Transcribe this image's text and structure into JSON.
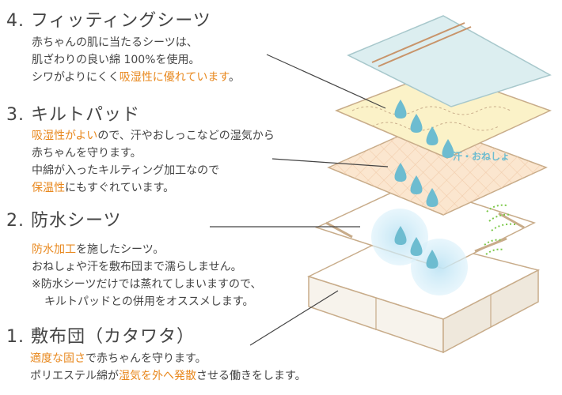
{
  "sections": [
    {
      "title": "4. フィッティングシーツ",
      "lines": [
        [
          {
            "t": "赤ちゃんの肌に当たるシーツは、"
          }
        ],
        [
          {
            "t": "肌ざわりの良い綿 100%を使用。"
          }
        ],
        [
          {
            "t": "シワがよりにくく"
          },
          {
            "t": "吸湿性に優れています",
            "hl": true
          },
          {
            "t": "。"
          }
        ]
      ]
    },
    {
      "title": "3. キルトパッド",
      "lines": [
        [
          {
            "t": "吸湿性がよい",
            "hl": true
          },
          {
            "t": "ので、汗やおしっこなどの湿気から"
          }
        ],
        [
          {
            "t": "赤ちゃんを守ります。"
          }
        ],
        [
          {
            "t": "中綿が入ったキルティング加工なので"
          }
        ],
        [
          {
            "t": "保温性",
            "hl": true
          },
          {
            "t": "にもすぐれています。"
          }
        ]
      ]
    },
    {
      "title": "2. 防水シーツ",
      "lines": [
        [
          {
            "t": "防水加工",
            "hl": true
          },
          {
            "t": "を施したシーツ。"
          }
        ],
        [
          {
            "t": "おねしょや汗を敷布団まで濡らしません。"
          }
        ],
        [
          {
            "t": "※防水シーツだけでは蒸れてしまいますので、"
          }
        ],
        [
          {
            "t": "キルトパッドとの併用をオススメします。"
          }
        ]
      ]
    },
    {
      "title": "1. 敷布団（カタワタ）",
      "lines": [
        [
          {
            "t": "適度な固さ",
            "hl": true
          },
          {
            "t": "で赤ちゃんを守ります。"
          }
        ],
        [
          {
            "t": "ポリエステル綿が"
          },
          {
            "t": "湿気を外へ発散",
            "hl": true
          },
          {
            "t": "させる働きをします。"
          }
        ]
      ]
    }
  ],
  "illustration_label": "汗・おねしょ",
  "colors": {
    "accent": "#e8881e",
    "text": "#444444",
    "sheet": "#dceef0",
    "sheet_stripe": "#c8946a",
    "quilt": "#fbf2c8",
    "waterproof": "#fbe6cf",
    "futon": "#ffffff",
    "outline": "#c8ac8a",
    "drop": "#6dbcd0",
    "moisture": "#7cc84a"
  }
}
